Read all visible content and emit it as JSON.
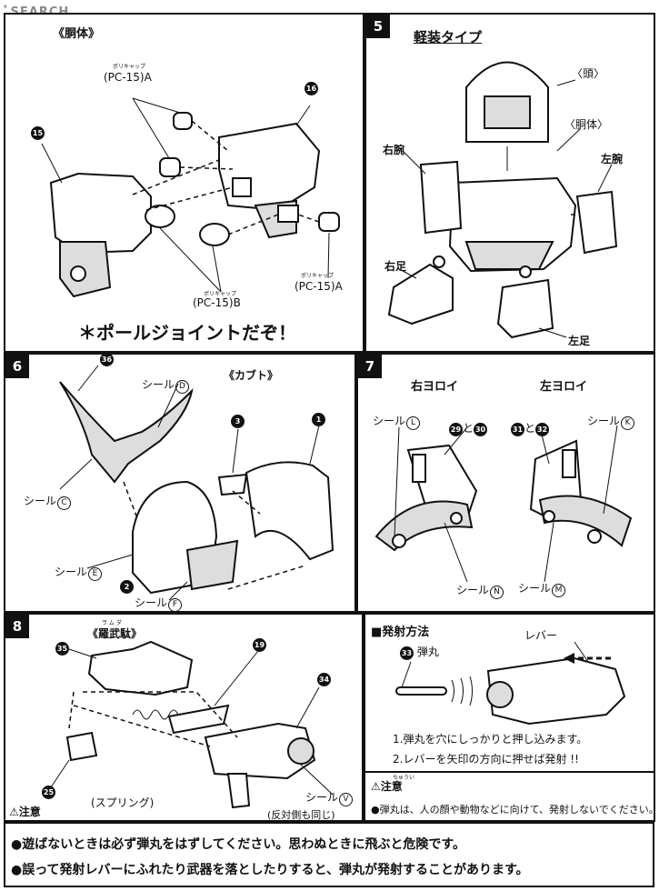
{
  "watermark": "ﾞSEARCH",
  "panel4": {
    "title": "《胴体》",
    "pc15a_top": "(PC-15)A",
    "pc15a_top_ruby": "ポリキャップ",
    "pc15b": "(PC-15)B",
    "pc15b_ruby": "ポリキャップ",
    "pc15a_right": "(PC-15)A",
    "pc15a_right_ruby": "ポリキャップ",
    "part16": "16",
    "part15": "15",
    "note": "＊ポールジョイントだぞ！"
  },
  "panel5": {
    "step": "5",
    "title": "軽装タイプ",
    "head": "〈頭〉",
    "torso": "〈胴体〉",
    "right_arm": "右腕",
    "left_arm": "左腕",
    "right_leg": "右足",
    "left_leg": "左足"
  },
  "panel6": {
    "step": "6",
    "title": "《カブト》",
    "part36": "36",
    "part3": "3",
    "part1": "1",
    "part2": "2",
    "seal_d": "シール",
    "seal_d_letter": "D",
    "seal_c": "シール",
    "seal_c_letter": "C",
    "seal_e": "シール",
    "seal_e_letter": "E",
    "seal_f": "シール",
    "seal_f_letter": "F"
  },
  "panel7": {
    "step": "7",
    "right_armor": "右ヨロイ",
    "left_armor": "左ヨロイ",
    "seal_l": "シール",
    "seal_l_letter": "L",
    "seal_k": "シール",
    "seal_k_letter": "K",
    "seal_n": "シール",
    "seal_n_letter": "N",
    "seal_m": "シール",
    "seal_m_letter": "M",
    "right_parts_a": "29",
    "right_parts_and": "と",
    "right_parts_b": "30",
    "left_parts_a": "31",
    "left_parts_and": "と",
    "left_parts_b": "32"
  },
  "panel8": {
    "step": "8",
    "title": "《羅武駄》",
    "title_ruby": "ラ ム ダ",
    "part35": "35",
    "part19": "19",
    "part34": "34",
    "part25": "25",
    "spring": "(スプリング)",
    "seal_v": "シール",
    "seal_v_letter": "V",
    "reverse_same": "(反対側も同じ)",
    "caution": "注意"
  },
  "firing": {
    "title": "■発射方法",
    "lever": "レバー",
    "bullet_num": "33",
    "bullet": "弾丸",
    "step1": "1.弾丸を穴にしっかりと押し込みます。",
    "step2": "2.レバーを矢印の方向に押せば発射 !!",
    "caution_title": "注意",
    "caution_ruby": "ちゅうい",
    "caution_text": "●弾丸は、人の顔や動物などに向けて、発射しないでください。"
  },
  "footer": {
    "line1": "●遊ばないときは必ず弾丸をはずしてください。思わぬときに飛ぶと危険です。",
    "line2": "●誤って発射レバーにふれたり武器を落としたりすると、弾丸が発射することがあります。"
  }
}
